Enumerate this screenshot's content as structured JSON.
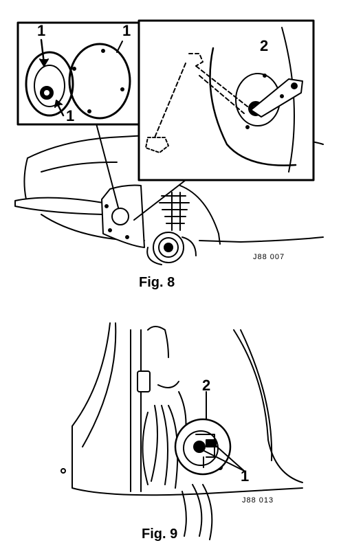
{
  "figures": [
    {
      "caption": "Fig. 8",
      "code": "J88 007",
      "callouts": [
        "1",
        "1",
        "1",
        "2"
      ]
    },
    {
      "caption": "Fig. 9",
      "code": "J88 013",
      "callouts": [
        "2",
        "1"
      ]
    }
  ]
}
